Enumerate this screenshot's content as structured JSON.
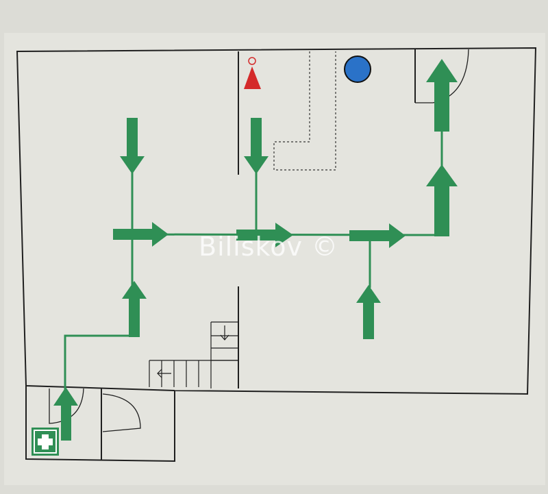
{
  "watermark": {
    "text": "Biliskov ©"
  },
  "colors": {
    "background": "#dcdcd6",
    "paper": "#e6e6e0",
    "wall": "#1f1f1f",
    "exit_arrow": "#2f8f55",
    "escape_route_line": "#2f8f55",
    "fire_extinguisher": "#d42a2a",
    "meeting_point_marker": "#2a72c8",
    "first_aid_background": "#2f8f55",
    "first_aid_cross": "#ffffff"
  },
  "symbols": {
    "fire_extinguisher": "fire-extinguisher-icon",
    "meeting_point_marker": "blue-circle-marker",
    "first_aid": "first-aid-icon",
    "exit_arrow": "arrow-icon",
    "stairs": "staircase-symbol"
  },
  "exit_arrows": [
    {
      "id": "arrow-down-left-room",
      "direction": "down"
    },
    {
      "id": "arrow-right-left-room",
      "direction": "right"
    },
    {
      "id": "arrow-up-left-room",
      "direction": "up"
    },
    {
      "id": "arrow-down-center-room",
      "direction": "down"
    },
    {
      "id": "arrow-right-center",
      "direction": "right"
    },
    {
      "id": "arrow-right-to-exit",
      "direction": "right"
    },
    {
      "id": "arrow-up-lower-right",
      "direction": "up"
    },
    {
      "id": "arrow-up-right-corridor",
      "direction": "up"
    },
    {
      "id": "arrow-up-at-exit-door",
      "direction": "up"
    },
    {
      "id": "arrow-up-bottom-left-room",
      "direction": "up"
    }
  ]
}
